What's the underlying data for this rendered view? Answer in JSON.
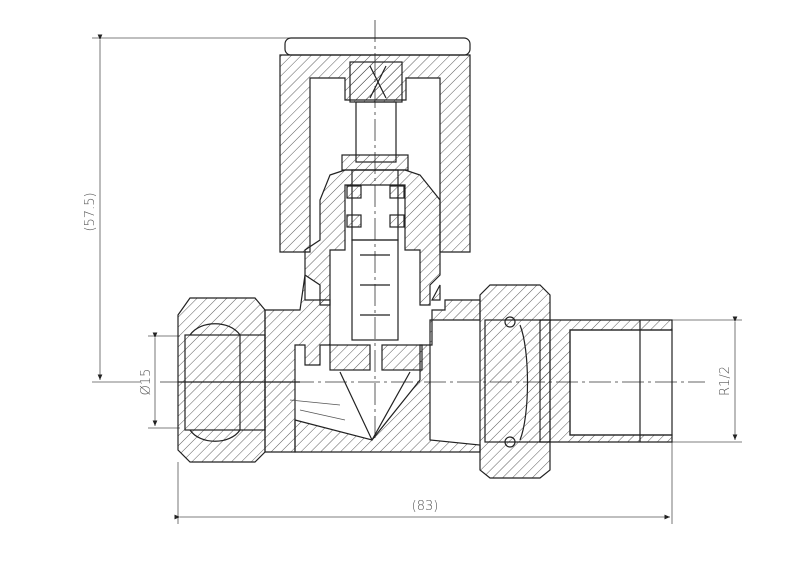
{
  "drawing": {
    "dimensions": {
      "height": "(57.5)",
      "inlet_diameter": "Ø15",
      "outlet_thread": "R1/2",
      "length": "(83)"
    },
    "colors": {
      "line": "#222222",
      "dimension": "#555555",
      "background": "#ffffff"
    }
  }
}
